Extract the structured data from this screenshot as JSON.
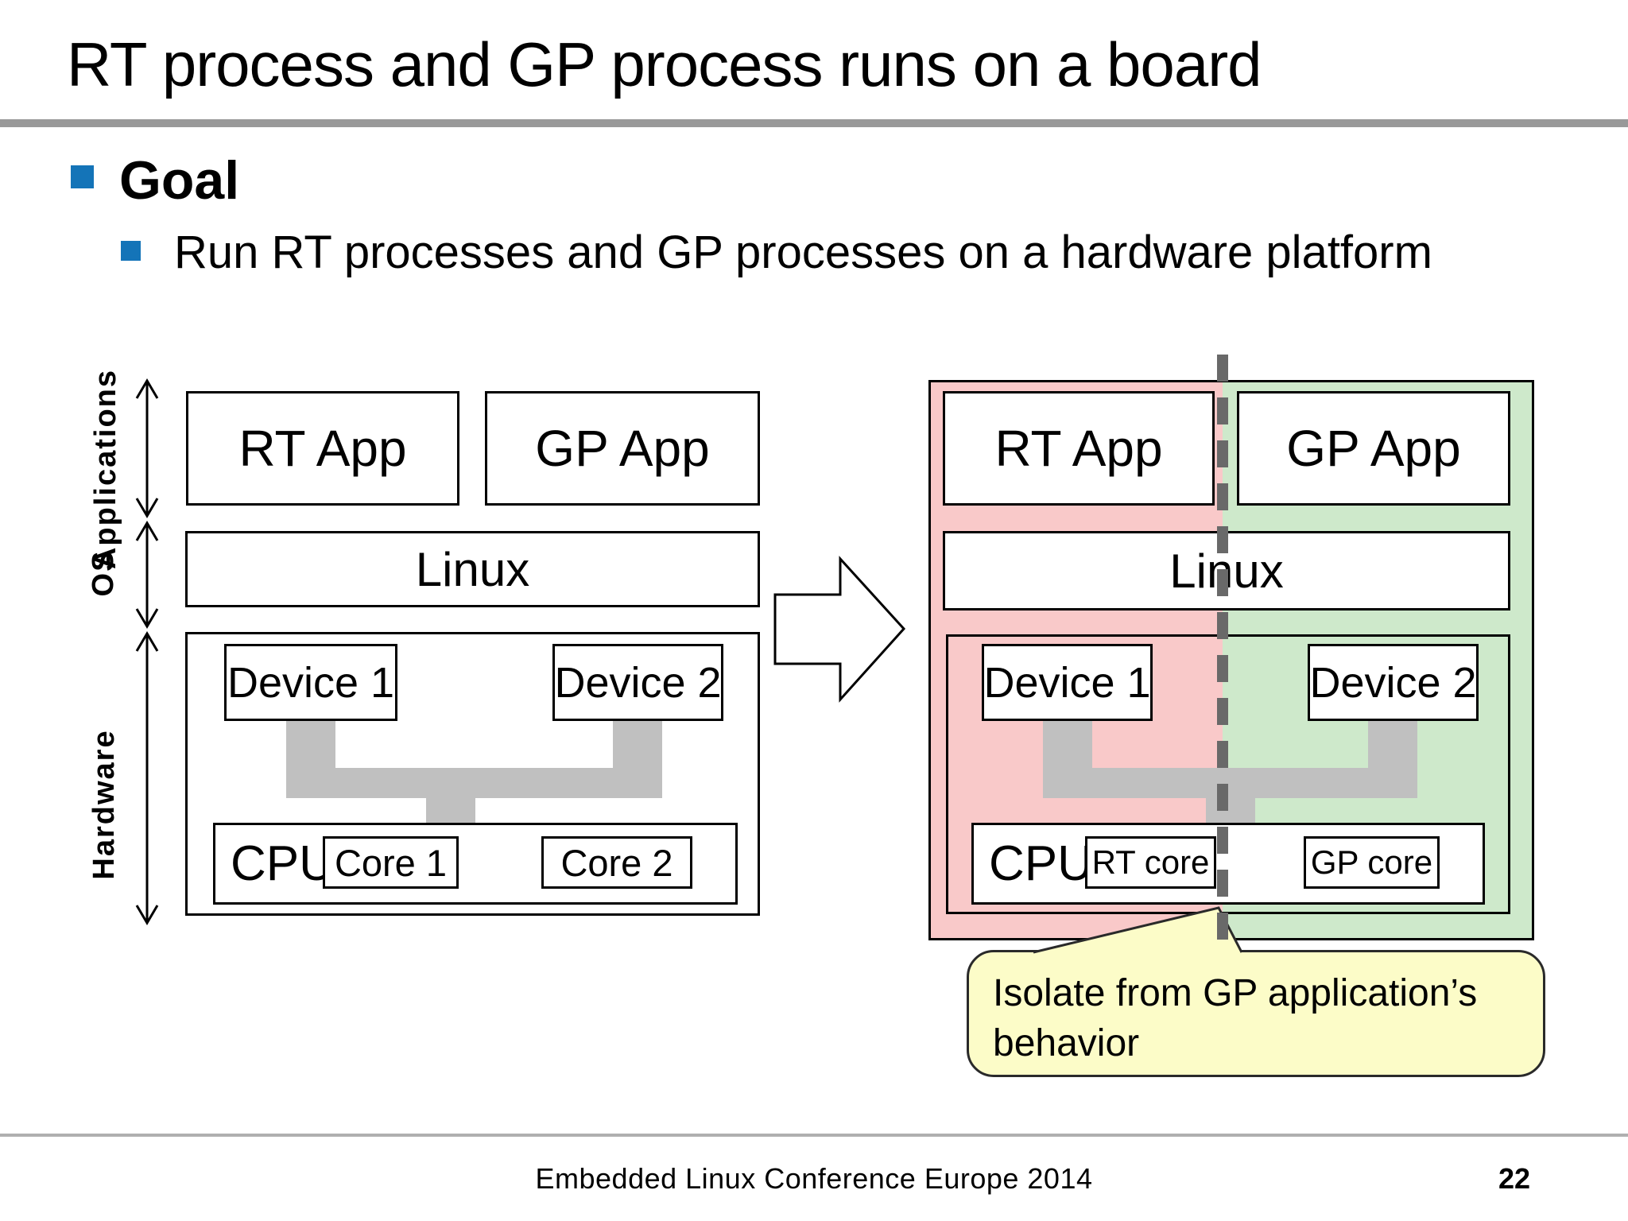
{
  "slide": {
    "title": "RT process and GP process runs on a board",
    "footer": "Embedded Linux Conference Europe 2014",
    "page_number": "22"
  },
  "goal": {
    "heading": "Goal",
    "point": "Run RT processes and GP processes on a hardware platform"
  },
  "before": {
    "axis_labels": {
      "applications": "Applications",
      "os": "OS",
      "hardware": "Hardware"
    },
    "rt_app": "RT App",
    "gp_app": "GP App",
    "os": "Linux",
    "device1": "Device 1",
    "device2": "Device 2",
    "cpu": "CPU",
    "core1": "Core 1",
    "core2": "Core 2"
  },
  "after": {
    "rt_app": "RT App",
    "gp_app": "GP App",
    "os": "Linux",
    "device1": "Device 1",
    "device2": "Device 2",
    "cpu": "CPU",
    "rt_core": "RT core",
    "gp_core": "GP core"
  },
  "callout": {
    "line1": "Isolate from GP application’s",
    "line2": "behavior"
  },
  "colors": {
    "rt_zone": "#f9c9c9",
    "gp_zone": "#cee9cb",
    "bus_gray": "#c0c0c0",
    "divider_gray": "#696969",
    "callout_bg": "#fcfcc8",
    "bullet_blue": "#1474b8",
    "rule_gray": "#999999"
  }
}
